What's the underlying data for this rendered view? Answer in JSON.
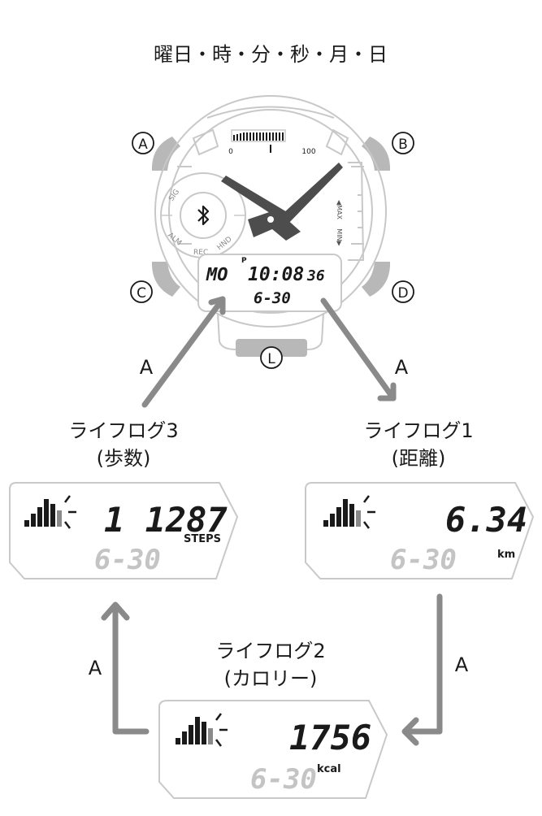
{
  "header": {
    "title": "曜日・時・分・秒・月・日"
  },
  "watch": {
    "buttons": {
      "a": "A",
      "b": "B",
      "c": "C",
      "d": "D",
      "l": "L"
    },
    "gauge": {
      "min": "0",
      "max": "100"
    },
    "subdial": {
      "sig": "SIG",
      "alm": "ALM",
      "rec": "REC",
      "hnd": "HND"
    },
    "side_scale": {
      "max": "◀MAX",
      "min": "MIN▶"
    },
    "lcd": {
      "day": "MO",
      "pm": "P",
      "time": "10:08",
      "seconds": "36",
      "date": "6-30"
    }
  },
  "flow": {
    "press_label": "A"
  },
  "modes": {
    "steps": {
      "title": "ライフログ3",
      "subtitle": "(歩数)",
      "value": "1 1287",
      "unit": "STEPS",
      "date": "6-30"
    },
    "distance": {
      "title": "ライフログ1",
      "subtitle": "(距離)",
      "value": "6.34",
      "unit": "km",
      "date": "6-30"
    },
    "calories": {
      "title": "ライフログ2",
      "subtitle": "(カロリー)",
      "value": "1756",
      "unit": "kcal",
      "date": "6-30"
    }
  },
  "colors": {
    "arrow": "#8a8a8a",
    "outline": "#c8c8c8",
    "hands": "#4d4d4d",
    "dim_digits": "#c4c4c4"
  },
  "icons": [
    "bluetooth-icon",
    "activity-bars-icon",
    "light-button-icon"
  ]
}
